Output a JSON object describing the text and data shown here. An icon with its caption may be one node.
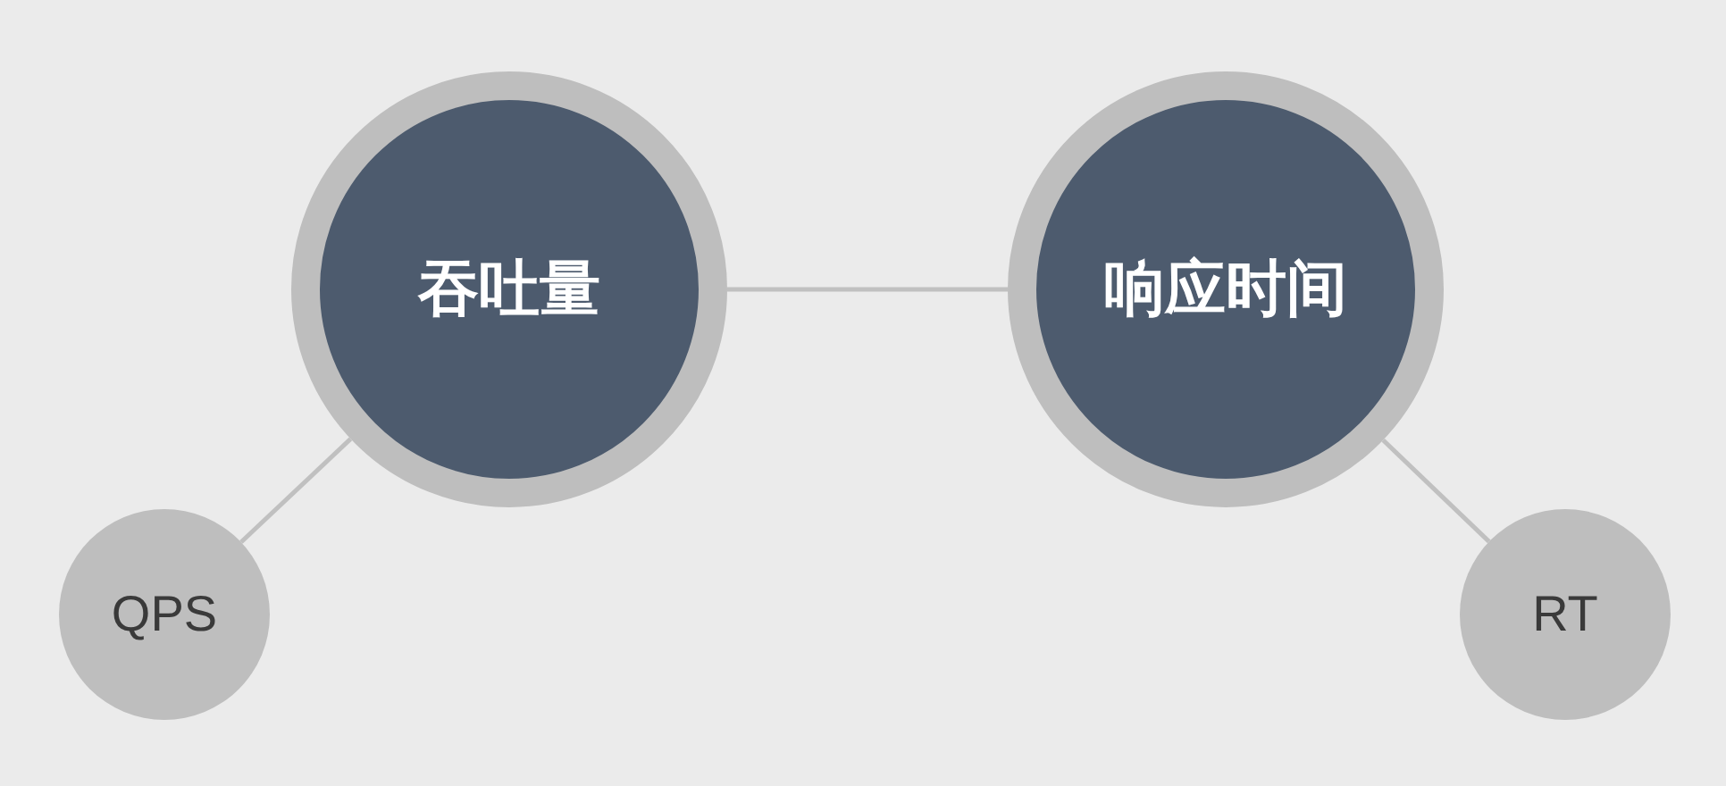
{
  "diagram": {
    "nodes": [
      {
        "text": [
          "吞吐量"
        ]
      },
      {
        "text": [
          "响应时间"
        ]
      },
      {
        "text": [
          "QPS"
        ]
      },
      {
        "text": [
          "RT"
        ]
      }
    ],
    "edges": [
      {
        "from": 0,
        "to": 1,
        "arrow": "none"
      },
      {
        "from": 0,
        "to": 2,
        "arrow": "none"
      },
      {
        "from": 1,
        "to": 3,
        "arrow": "none"
      }
    ]
  }
}
